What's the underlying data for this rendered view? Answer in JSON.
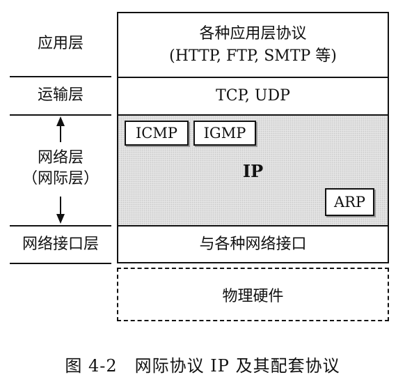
{
  "layers_left": {
    "application": "应用层",
    "transport": "运输层",
    "network_line1": "网络层",
    "network_line2": "（网际层）",
    "link": "网络接口层"
  },
  "stack": {
    "application_line1": "各种应用层协议",
    "application_line2": "(HTTP, FTP, SMTP 等)",
    "transport": "TCP, UDP",
    "network": {
      "center": "IP",
      "icmp": "ICMP",
      "igmp": "IGMP",
      "arp": "ARP"
    },
    "link": "与各种网络接口",
    "hardware": "物理硬件"
  },
  "caption": "图 4-2　网际协议 IP 及其配套协议"
}
